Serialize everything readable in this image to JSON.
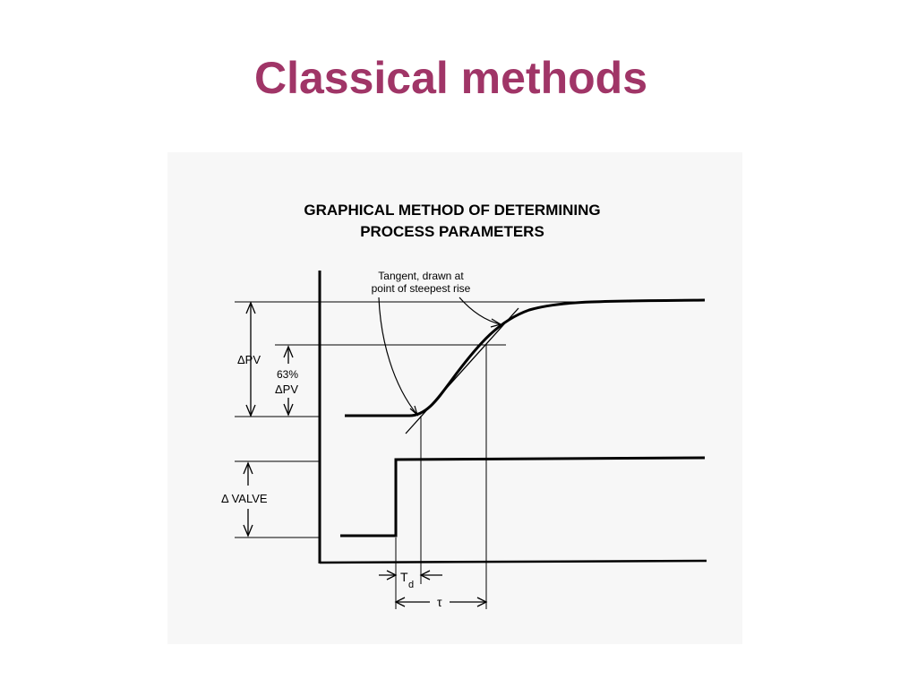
{
  "slide": {
    "title": "Classical methods"
  },
  "figure": {
    "heading_line1": "GRAPHICAL METHOD OF DETERMINING",
    "heading_line2": "PROCESS PARAMETERS",
    "tangent_note_line1": "Tangent, drawn at",
    "tangent_note_line2": "point of steepest rise",
    "delta_pv": "ΔPV",
    "pct63": "63%",
    "pct63_sub": "ΔPV",
    "delta_valve": "Δ VALVE",
    "td_main": "T",
    "td_sub": "d",
    "tau": "τ"
  },
  "colors": {
    "title": "#a03567",
    "figure_bg": "#f7f7f7",
    "ink": "#000000"
  }
}
